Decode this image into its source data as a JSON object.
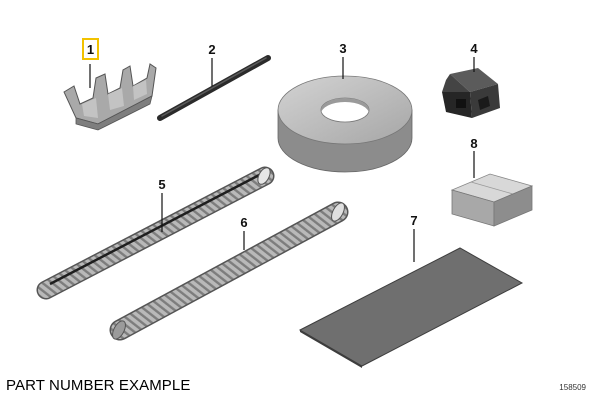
{
  "caption": "PART NUMBER EXAMPLE",
  "diagram_id": "158509",
  "highlight_color": "#f2c200",
  "parts": [
    {
      "number": "1",
      "shape": "connector-clip",
      "highlighted": true
    },
    {
      "number": "2",
      "shape": "rod"
    },
    {
      "number": "3",
      "shape": "tape-roll"
    },
    {
      "number": "4",
      "shape": "connector-block"
    },
    {
      "number": "5",
      "shape": "split-corrugated-tube"
    },
    {
      "number": "6",
      "shape": "corrugated-tube"
    },
    {
      "number": "7",
      "shape": "pad-sheet"
    },
    {
      "number": "8",
      "shape": "box"
    }
  ]
}
